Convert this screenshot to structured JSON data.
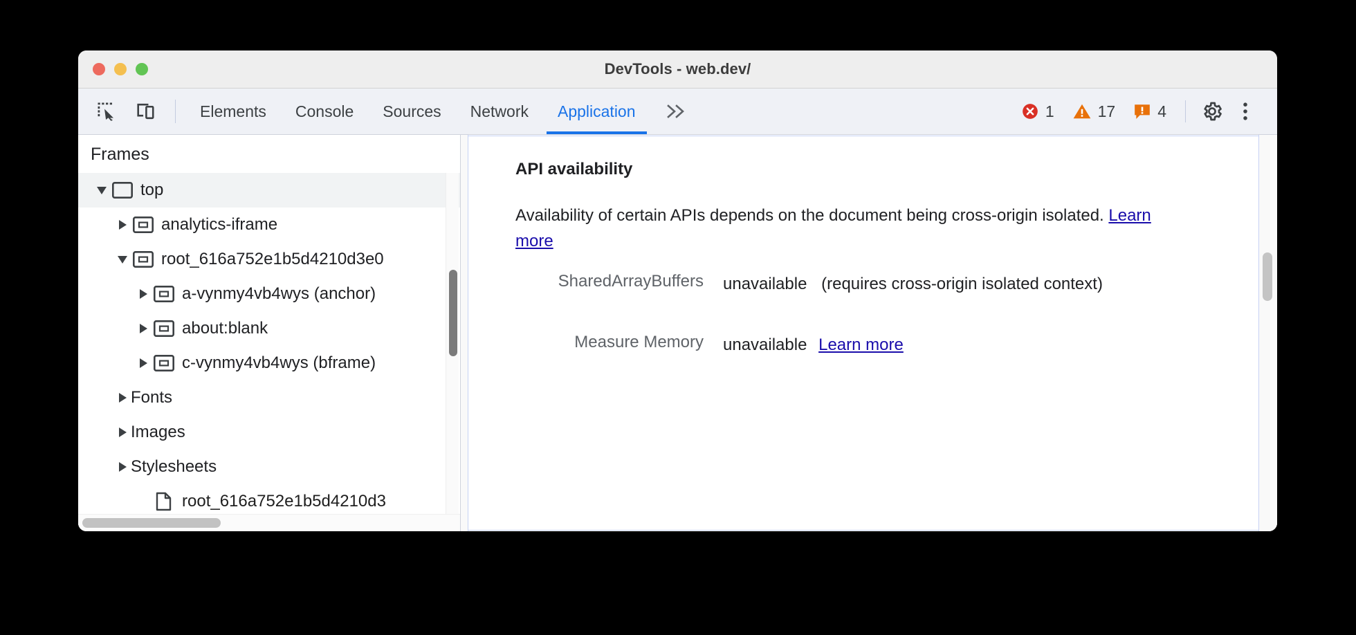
{
  "window": {
    "title": "DevTools - web.dev/",
    "traffic_lights": [
      {
        "name": "close",
        "color": "#ed6a5e"
      },
      {
        "name": "minimize",
        "color": "#f4bf4f"
      },
      {
        "name": "maximize",
        "color": "#61c454"
      }
    ]
  },
  "toolbar": {
    "inspect_icon": "inspect-element-icon",
    "device_icon": "device-toolbar-icon",
    "tabs": [
      {
        "label": "Elements",
        "active": false
      },
      {
        "label": "Console",
        "active": false
      },
      {
        "label": "Sources",
        "active": false
      },
      {
        "label": "Network",
        "active": false
      },
      {
        "label": "Application",
        "active": true
      }
    ],
    "more_tabs_label": "»",
    "status": {
      "errors": {
        "icon": "error-icon",
        "count": "1",
        "color": "#d93025"
      },
      "warnings": {
        "icon": "warning-icon",
        "count": "17",
        "color": "#e8710a"
      },
      "issues": {
        "icon": "issue-icon",
        "count": "4",
        "color": "#e8710a"
      }
    },
    "settings_icon": "gear-icon",
    "menu_icon": "more-vertical-icon"
  },
  "sidebar": {
    "header": "Frames",
    "tree": [
      {
        "label": "top",
        "depth": 0,
        "twisty": "down",
        "icon": "frame-icon",
        "selected": true
      },
      {
        "label": "analytics-iframe",
        "depth": 1,
        "twisty": "right",
        "icon": "iframe-icon",
        "selected": false
      },
      {
        "label": "root_616a752e1b5d4210d3e0",
        "depth": 1,
        "twisty": "down",
        "icon": "iframe-icon",
        "selected": false
      },
      {
        "label": "a-vynmy4vb4wys (anchor)",
        "depth": 2,
        "twisty": "right",
        "icon": "iframe-icon",
        "selected": false
      },
      {
        "label": "about:blank",
        "depth": 2,
        "twisty": "right",
        "icon": "iframe-icon",
        "selected": false
      },
      {
        "label": "c-vynmy4vb4wys (bframe)",
        "depth": 2,
        "twisty": "right",
        "icon": "iframe-icon",
        "selected": false
      },
      {
        "label": "Fonts",
        "depth": 1,
        "twisty": "right",
        "icon": "none",
        "selected": false
      },
      {
        "label": "Images",
        "depth": 1,
        "twisty": "right",
        "icon": "none",
        "selected": false
      },
      {
        "label": "Stylesheets",
        "depth": 1,
        "twisty": "right",
        "icon": "none",
        "selected": false
      },
      {
        "label": "root_616a752e1b5d4210d3",
        "depth": 2,
        "twisty": "none",
        "icon": "document-icon",
        "selected": false
      }
    ]
  },
  "main": {
    "section_title": "API availability",
    "description_before_link": "Availability of certain APIs depends on the document being cross-origin isolated. ",
    "description_link": "Learn more",
    "rows": [
      {
        "key": "SharedArrayBuffers",
        "value": "unavailable",
        "note": "(requires cross-origin isolated context)",
        "link": ""
      },
      {
        "key": "Measure Memory",
        "value": "unavailable",
        "note": "",
        "link": "Learn more"
      }
    ]
  }
}
